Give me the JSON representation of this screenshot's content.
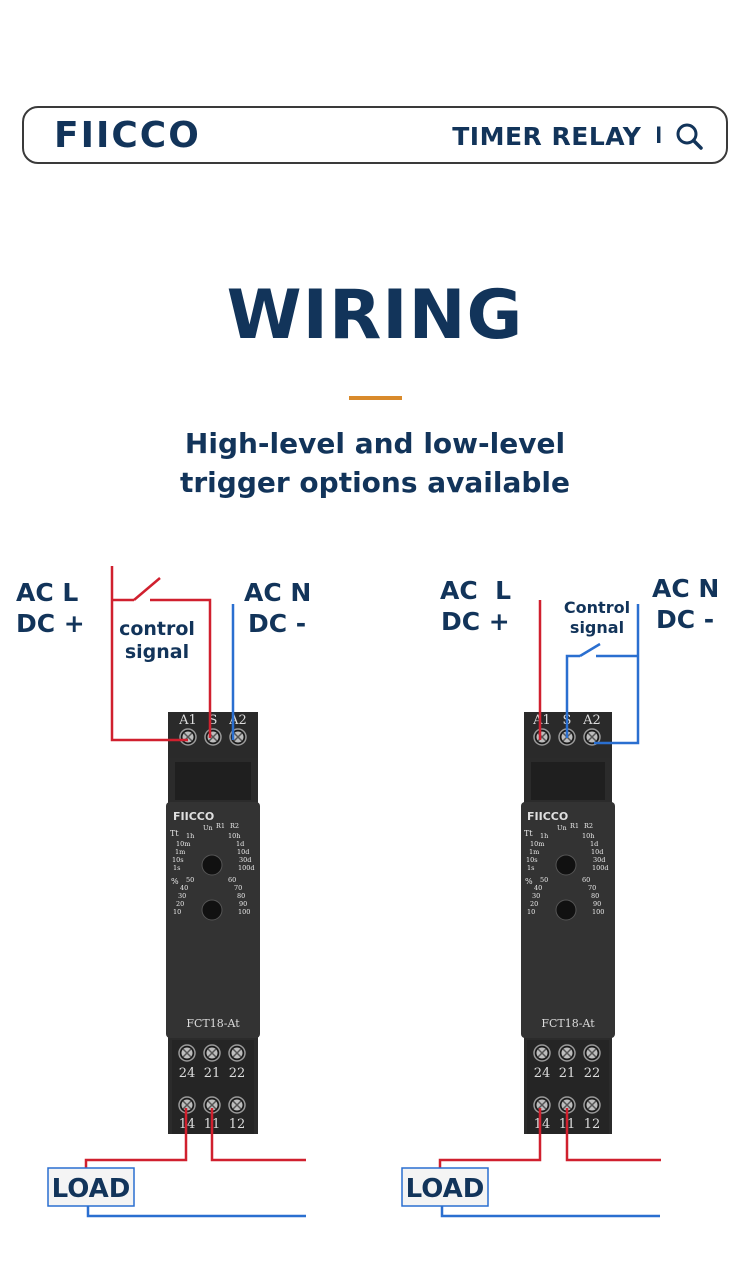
{
  "header": {
    "logo": "FIICCO",
    "title": "TIMER RELAY",
    "separator": "I",
    "icons": {
      "search": "search-icon"
    }
  },
  "main": {
    "title": "WIRING",
    "subtitle_line1": "High-level and low-level",
    "subtitle_line2": "trigger options available"
  },
  "colors": {
    "navy": "#12345a",
    "accent": "#d98a2b",
    "live_wire": "#d0202e",
    "neutral_wire": "#2a6fd0",
    "device": "#2b2b2b"
  },
  "diagrams": [
    {
      "supply_left_1": "AC L",
      "supply_left_2": "DC +",
      "supply_right_1": "AC N",
      "supply_right_2": "DC -",
      "control_1": "control",
      "control_2": "signal",
      "load": "LOAD",
      "device": {
        "brand": "FIICCO",
        "model": "FCT18-At",
        "top_terminals": [
          "A1",
          "S",
          "A2"
        ],
        "mid_terminals": [
          "24",
          "21",
          "22"
        ],
        "bottom_terminals": [
          "14",
          "11",
          "12"
        ]
      }
    },
    {
      "supply_left_1": "AC  L",
      "supply_left_2": "DC +",
      "supply_right_1": "AC N",
      "supply_right_2": "DC -",
      "control_1": "Control",
      "control_2": "signal",
      "load": "LOAD",
      "device": {
        "brand": "FIICCO",
        "model": "FCT18-At",
        "top_terminals": [
          "A1",
          "S",
          "A2"
        ],
        "mid_terminals": [
          "24",
          "21",
          "22"
        ],
        "bottom_terminals": [
          "14",
          "11",
          "12"
        ]
      }
    }
  ],
  "dial": {
    "time_label": "Tt",
    "time_left": [
      "1h",
      "10m",
      "1m",
      "10s",
      "1s"
    ],
    "time_right": [
      "10h",
      "1d",
      "10d",
      "30d",
      "100d"
    ],
    "top_labels": [
      "Un",
      "R1",
      "R2"
    ],
    "pct_label": "%",
    "pct_left": [
      "50",
      "40",
      "30",
      "20",
      "10"
    ],
    "pct_right": [
      "60",
      "70",
      "80",
      "90",
      "100"
    ]
  }
}
